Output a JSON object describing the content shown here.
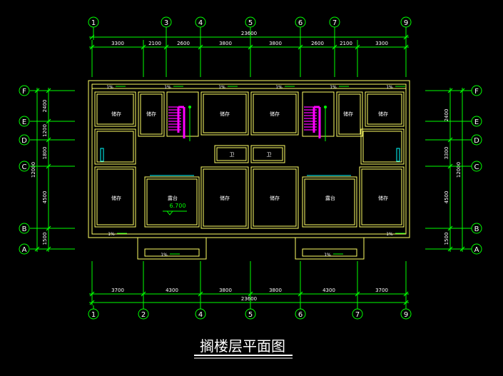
{
  "title": "搁楼层平面图",
  "colors": {
    "background": "#000000",
    "dim": "#00ff00",
    "wall": "#ffff66",
    "text": "#ffffff",
    "stair": "#ff00ff",
    "window": "#00ffff",
    "level": "#00ff00"
  },
  "top_axes": [
    "1",
    "3",
    "4",
    "5",
    "6",
    "7",
    "9"
  ],
  "bottom_axes": [
    "1",
    "2",
    "4",
    "5",
    "6",
    "7",
    "9"
  ],
  "left_axes": [
    "F",
    "E",
    "D",
    "C",
    "B",
    "A"
  ],
  "right_axes": [
    "F",
    "E",
    "D",
    "C",
    "B",
    "A"
  ],
  "top_dims": [
    "3300",
    "2100",
    "2600",
    "3800",
    "3800",
    "2600",
    "2100",
    "3300"
  ],
  "top_total": "23600",
  "bottom_dims": [
    "3700",
    "4300",
    "3800",
    "3800",
    "4300",
    "3700"
  ],
  "bottom_total": "23600",
  "left_dims": [
    "2400",
    "1200",
    "1800",
    "4500",
    "1500"
  ],
  "left_total": "12000",
  "right_dims": [
    "2400",
    "3300",
    "4500",
    "1500"
  ],
  "right_total": "12000",
  "rooms": {
    "storage": "储存",
    "toilet": "卫",
    "terrace": "露台"
  },
  "slope": "1%",
  "elevation": "6.700"
}
